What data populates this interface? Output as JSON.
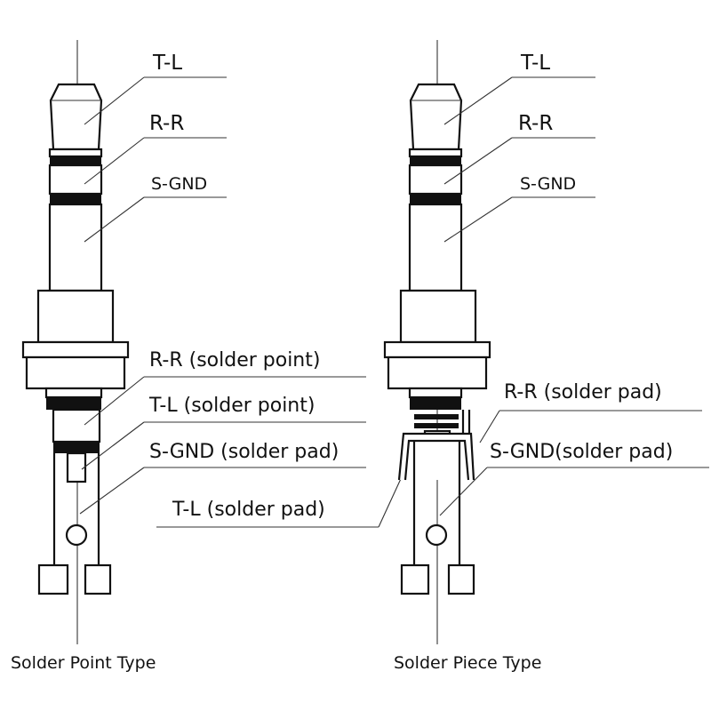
{
  "left": {
    "caption": "Solder Point Type",
    "labels": {
      "tip": "T-L",
      "ring": "R-R",
      "sleeve": "S-GND",
      "ring_terminal": "R-R (solder point)",
      "tip_terminal": "T-L (solder point)",
      "sleeve_terminal": "S-GND (solder pad)",
      "tip_pad": "T-L (solder pad)"
    }
  },
  "right": {
    "caption": "Solder Piece Type",
    "labels": {
      "tip": "T-L",
      "ring": "R-R",
      "sleeve": "S-GND",
      "ring_terminal": "R-R (solder pad)",
      "sleeve_terminal": "S-GND(solder pad)"
    }
  }
}
